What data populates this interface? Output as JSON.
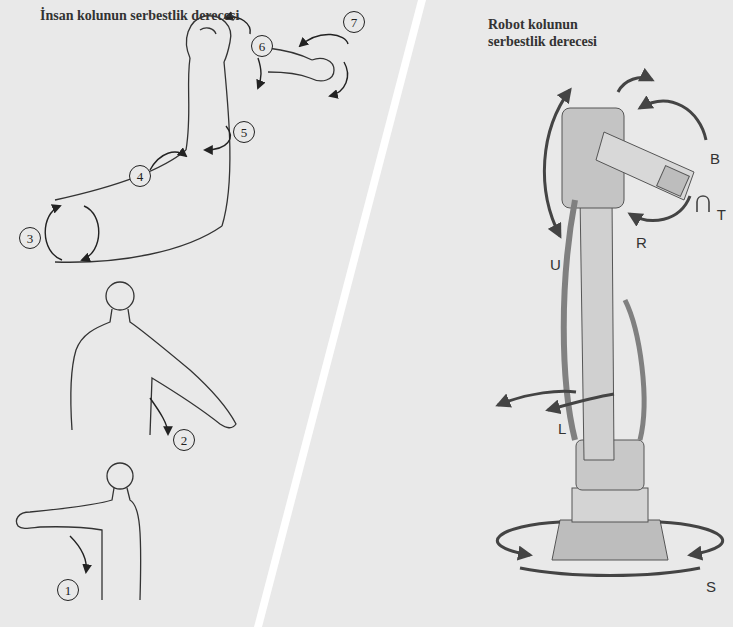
{
  "diagram": {
    "labels": [
      "İnsan kolunun serbestlik derecesi",
      "Robot kolunun serbestlik derecesi",
      "6",
      "7",
      "4",
      "5",
      "3",
      "2",
      "1",
      "B",
      "T",
      "R",
      "U",
      "L",
      "S"
    ]
  }
}
